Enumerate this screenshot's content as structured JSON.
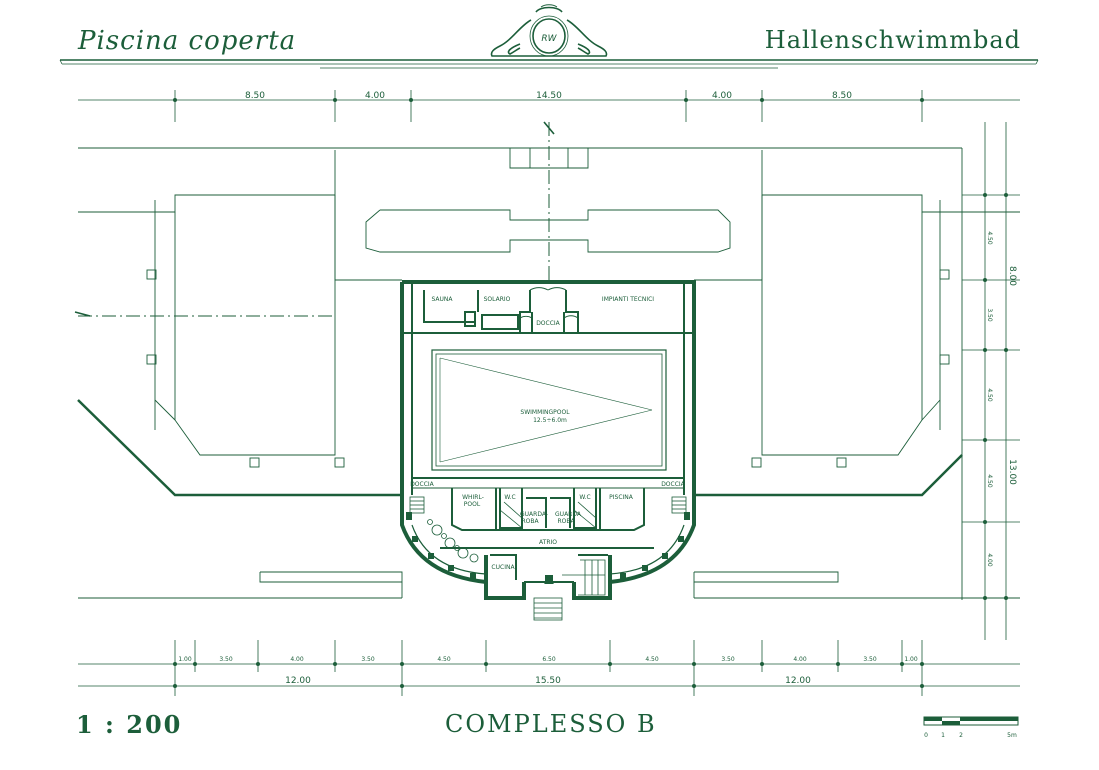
{
  "header": {
    "title_left": "Piscina coperta",
    "title_right": "Hallenschwimmbad",
    "emblem_monogram": "RW"
  },
  "footer": {
    "scale": "1 : 200",
    "complex": "COMPLESSO B",
    "scale_bar_ticks": [
      "0",
      "1",
      "2",
      "5m"
    ]
  },
  "dimensions": {
    "top": [
      "8.50",
      "4.00",
      "14.50",
      "4.00",
      "8.50"
    ],
    "bottom_detail": [
      "1.00",
      "3.50",
      "4.00",
      "3.50",
      "4.50",
      "6.50",
      "4.50",
      "3.50",
      "4.00",
      "3.50",
      "1.00"
    ],
    "bottom_main": [
      "12.00",
      "15.50",
      "12.00"
    ],
    "right_detail": [
      "4.50",
      "3.50",
      "4.50",
      "4.50",
      "4.00"
    ],
    "right_main": [
      "8.00",
      "13.00"
    ]
  },
  "rooms": {
    "sauna": "SAUNA",
    "solario": "SOLARIO",
    "doccia_top": "DOCCIA",
    "impianti": "IMPIANTI TECNICI",
    "pool_name": "SWIMMINGPOOL",
    "pool_size": "12.5÷6.0m",
    "doccia_left": "DOCCIA",
    "doccia_right": "DOCCIA",
    "whirl_1": "WHIRL-",
    "whirl_2": "POOL",
    "wc_left": "W.C",
    "wc_right": "W.C",
    "guarda_l1": "GUARDA-",
    "guarda_l2": "ROBA",
    "guarda_r1": "GUARDA",
    "guarda_r2": "ROBA",
    "piscina": "PISCINA",
    "atrio": "ATRIO",
    "cucina": "CUCINA"
  },
  "colors": {
    "ink": "#1c5e3a",
    "background": "#ffffff"
  }
}
